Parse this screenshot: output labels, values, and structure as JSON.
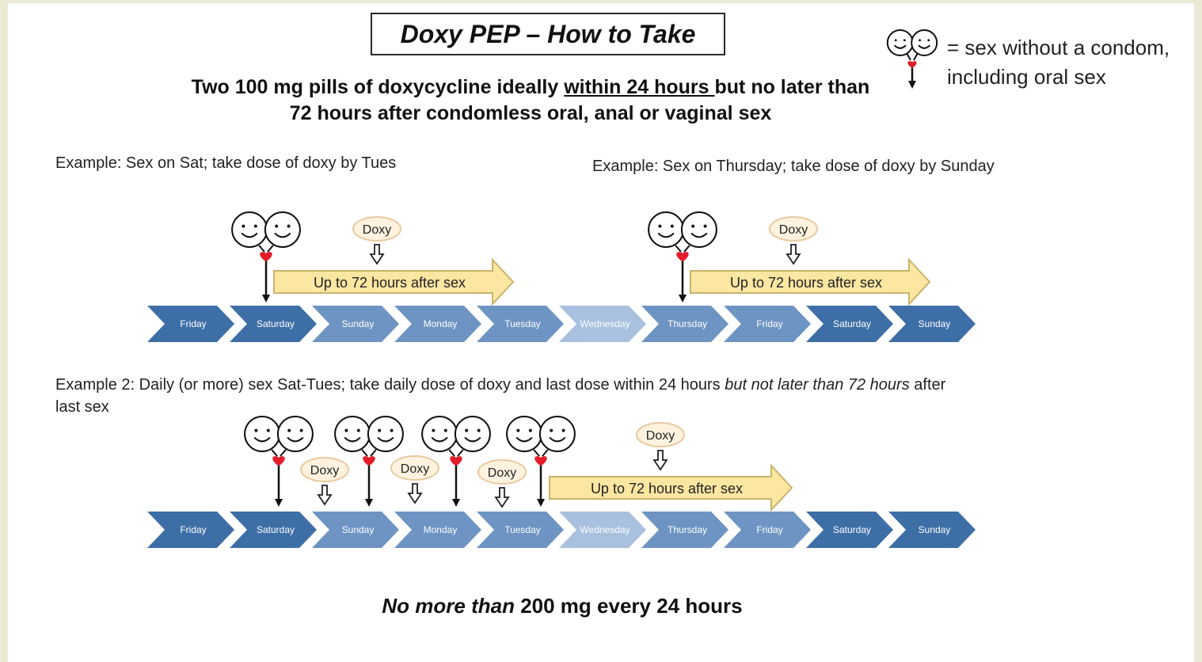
{
  "title": "Doxy PEP – How to Take",
  "subtitle": {
    "part1": "Two 100 mg pills of doxycycline ideally ",
    "underlined": "within 24 hours ",
    "part2": "but no later than 72 hours after condomless oral, anal or vaginal sex"
  },
  "legend": {
    "icon": "two-smiley-faces-heart-arrow-icon",
    "text": "= sex without a condom, including oral sex"
  },
  "example1": {
    "caption": "Example: Sex on Sat; take dose of doxy by Tues",
    "sex_day_index": 1,
    "doxy_label": "Doxy",
    "arrow_label": "Up to 72 hours after sex"
  },
  "example1b": {
    "caption": "Example: Sex on Thursday; take dose of doxy by Sunday",
    "sex_day_index": 6,
    "doxy_label": "Doxy",
    "arrow_label": "Up to 72 hours after sex"
  },
  "example2": {
    "caption_regular": "Example 2: Daily (or more) sex Sat-Tues; take daily dose of doxy and last dose within 24 hours ",
    "caption_italic": "but not later than 72 hours",
    "caption_end": " after last sex",
    "sex_day_indices": [
      1,
      2,
      3,
      4
    ],
    "doxy_label": "Doxy",
    "arrow_label": "Up to 72 hours after sex"
  },
  "timeline_days": [
    "Friday",
    "Saturday",
    "Sunday",
    "Monday",
    "Tuesday",
    "Wednesday",
    "Thursday",
    "Friday",
    "Saturday",
    "Sunday"
  ],
  "colors": {
    "chevron_dark": "#3d6fa6",
    "chevron_mid": "#6d94c2",
    "chevron_light": "#a9c1de",
    "heart": "#e41d2b",
    "arrow_fill": "#fbe6a2",
    "arrow_stroke": "#c9b36a",
    "bubble_fill": "#fff3df",
    "bubble_stroke": "#e8c9a0"
  },
  "bottom_note": {
    "italic": "No more than",
    "regular": " 200 mg every 24 hours"
  }
}
